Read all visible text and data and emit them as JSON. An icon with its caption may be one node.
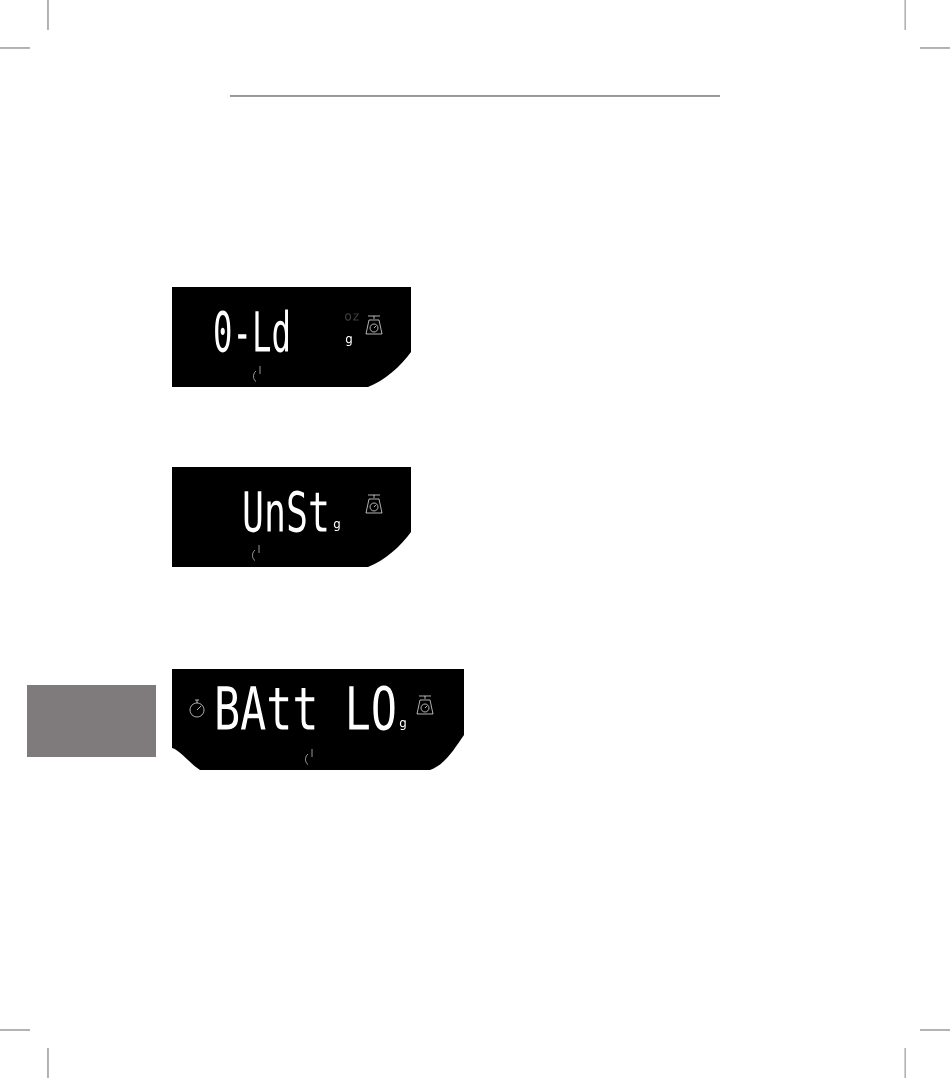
{
  "diagram": {
    "nodes": [
      {
        "text": [
          "0-Ld",
          "oz",
          "g"
        ]
      },
      {
        "text": [
          "UnSt",
          "g"
        ]
      },
      {
        "text": [
          "BAtt LO",
          "g"
        ]
      }
    ]
  }
}
